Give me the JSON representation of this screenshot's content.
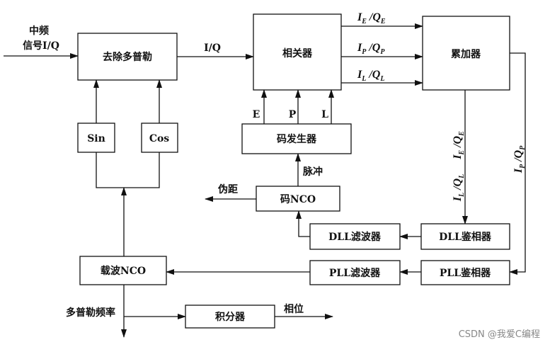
{
  "input": {
    "line1": "中频",
    "line2": "信号I/Q"
  },
  "blocks": {
    "doppler_removal": "去除多普勒",
    "correlator": "相关器",
    "accumulator": "累加器",
    "code_generator": "码发生器",
    "code_nco": "码NCO",
    "sin": "Sin",
    "cos": "Cos",
    "dll_discriminator": "DLL鉴相器",
    "pll_discriminator": "PLL鉴相器",
    "dll_filter": "DLL滤波器",
    "pll_filter": "PLL滤波器",
    "carrier_nco": "载波NCO",
    "integrator": "积分器"
  },
  "signals": {
    "iq": "I/Q",
    "early": {
      "i": "I",
      "i_sub": "E",
      "sep": " /",
      "q": "Q",
      "q_sub": "E"
    },
    "prompt": {
      "i": "I",
      "i_sub": "P",
      "sep": " /",
      "q": "Q",
      "q_sub": "P"
    },
    "late": {
      "i": "I",
      "i_sub": "L",
      "sep": " /",
      "q": "Q",
      "q_sub": "L"
    },
    "e": "E",
    "p": "P",
    "l": "L",
    "pulse": "脉冲",
    "pseudorange": "伪距",
    "doppler_freq": "多普勒频率",
    "phase": "相位"
  },
  "watermark": "CSDN @我爱C编程"
}
